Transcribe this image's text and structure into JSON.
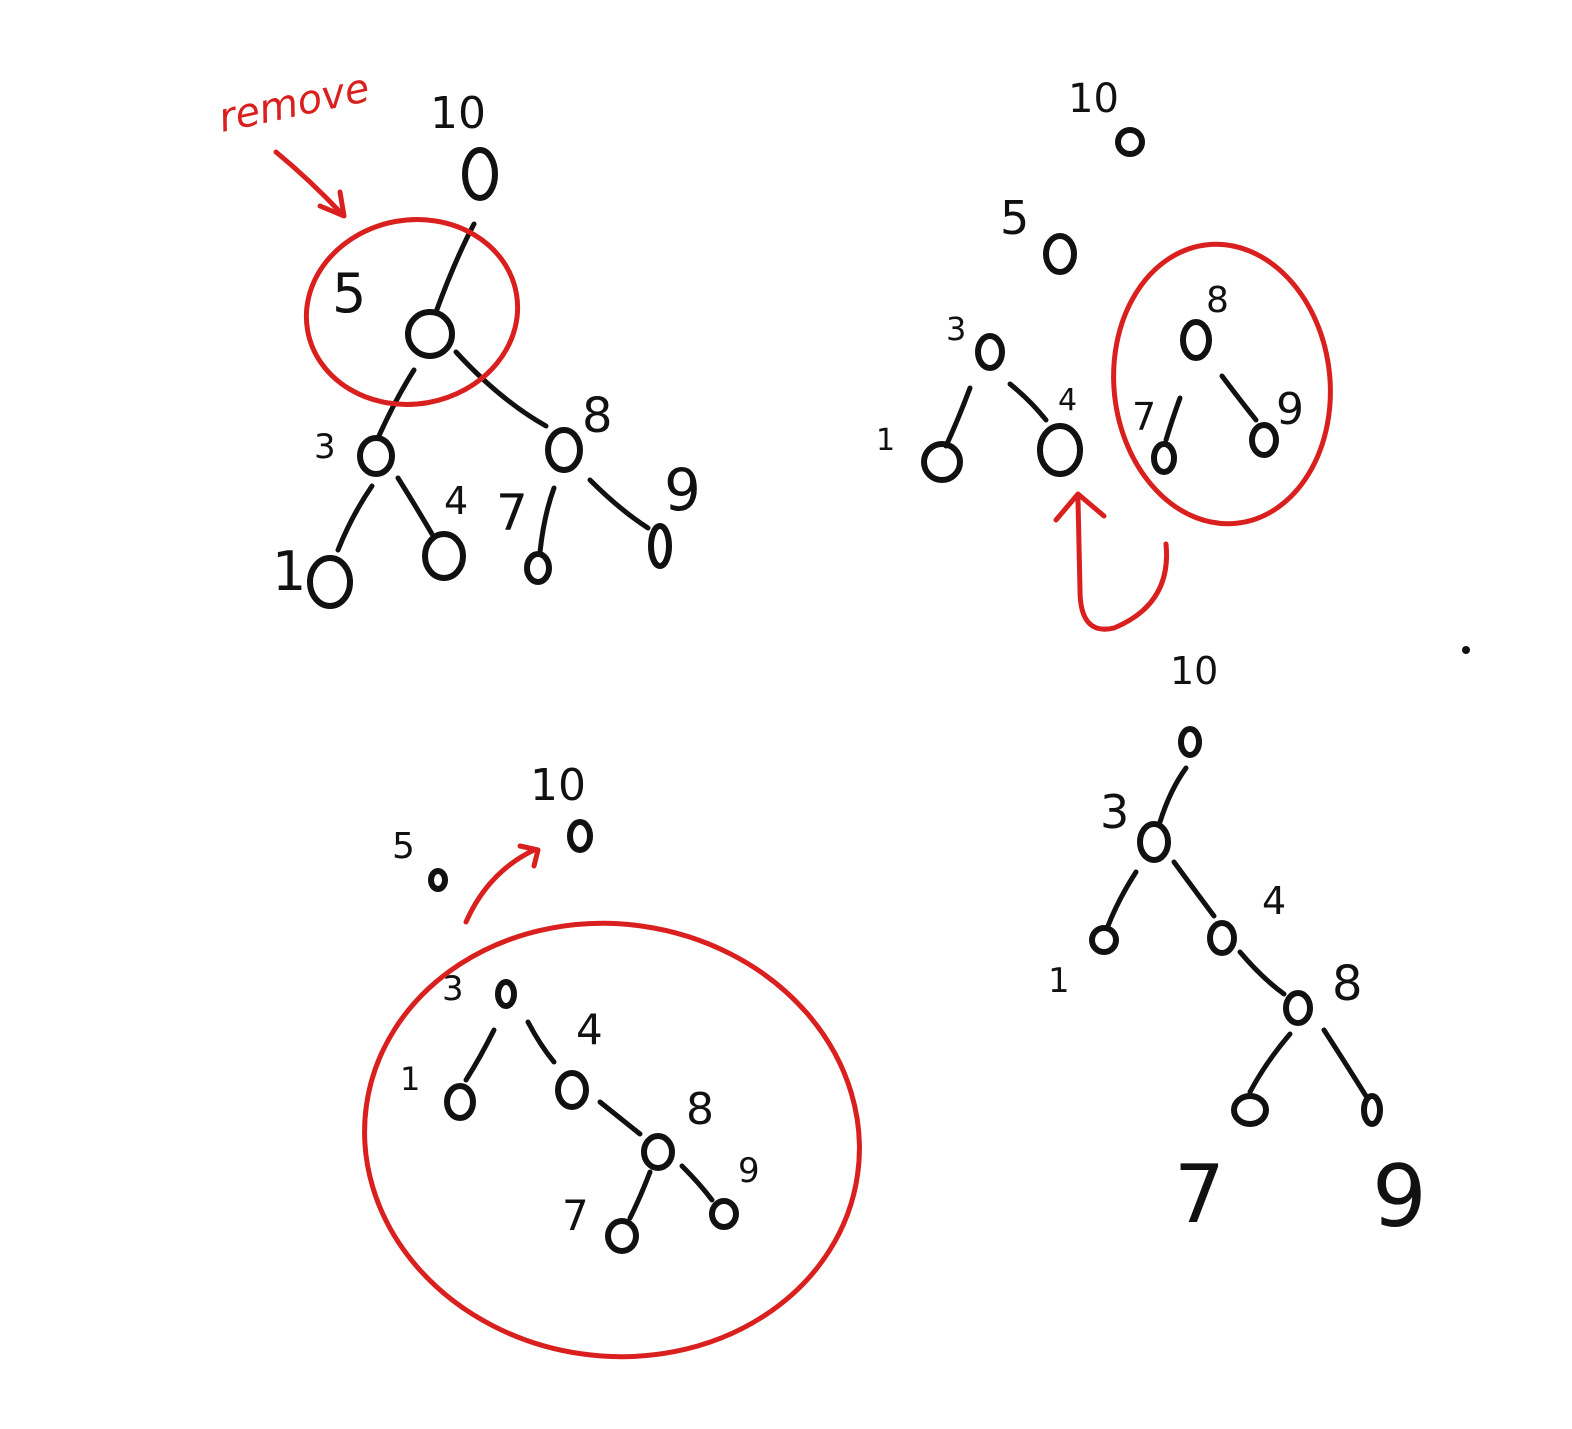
{
  "colors": {
    "ink": "#111111",
    "highlight": "#d9201e",
    "background": "#ffffff"
  },
  "step1": {
    "annotation": "remove",
    "nodes": [
      "10",
      "5",
      "3",
      "8",
      "1",
      "4",
      "7",
      "9"
    ]
  },
  "step2": {
    "nodes": [
      "10",
      "5",
      "3",
      "1",
      "4",
      "8",
      "7",
      "9"
    ]
  },
  "step3": {
    "nodes": [
      "10",
      "5",
      "3",
      "1",
      "4",
      "8",
      "7",
      "9"
    ]
  },
  "step4": {
    "nodes": [
      "10",
      "3",
      "1",
      "4",
      "8",
      "7",
      "9"
    ]
  }
}
